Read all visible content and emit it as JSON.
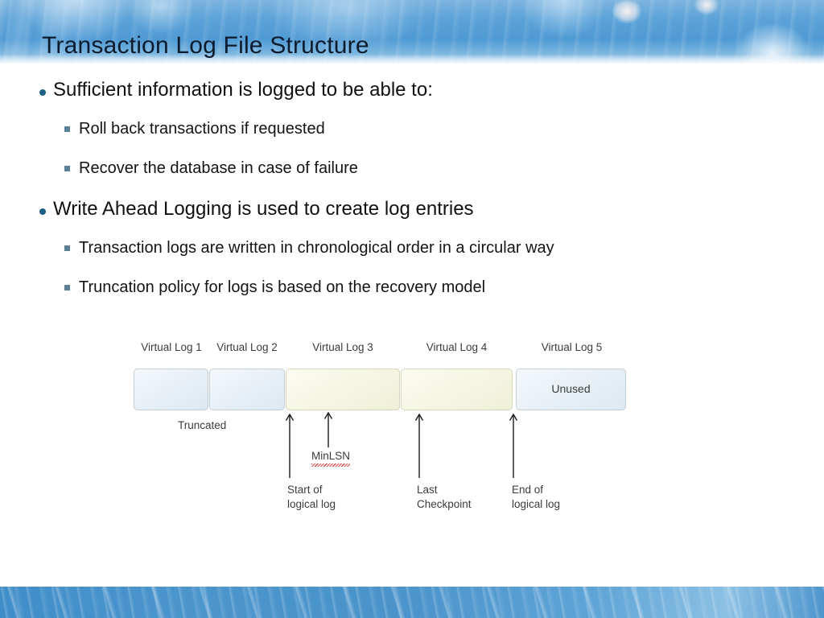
{
  "slide": {
    "title": "Transaction Log File Structure",
    "accent_color": "#4f9ad4",
    "bullet_l1_color": "#1f5f86",
    "bullet_l2_color": "#5b7f97",
    "footer_color": "#4b95cd"
  },
  "bullets": [
    {
      "level": 1,
      "text": "Sufficient information is logged to be able to:"
    },
    {
      "level": 2,
      "text": "Roll back transactions if requested"
    },
    {
      "level": 2,
      "text": "Recover the database in case of failure"
    },
    {
      "level": 1,
      "text": "Write Ahead Logging is used to create log entries"
    },
    {
      "level": 2,
      "text": "Transaction logs are written in chronological order in a circular way"
    },
    {
      "level": 2,
      "text": "Truncation policy for logs is based on the recovery model"
    }
  ],
  "diagram": {
    "boxes": [
      {
        "label": "Virtual Log 1",
        "fill": "blue",
        "inner_label": ""
      },
      {
        "label": "Virtual Log 2",
        "fill": "blue",
        "inner_label": ""
      },
      {
        "label": "Virtual Log 3",
        "fill": "cream",
        "inner_label": ""
      },
      {
        "label": "Virtual Log 4",
        "fill": "cream",
        "inner_label": ""
      },
      {
        "label": "Virtual Log 5",
        "fill": "blue",
        "inner_label": "Unused"
      }
    ],
    "truncated_label": "Truncated",
    "minlsn_label": "MinLSN",
    "annotations": [
      {
        "line1": "Start of",
        "line2": "logical log"
      },
      {
        "line1": "Last",
        "line2": "Checkpoint"
      },
      {
        "line1": "End of",
        "line2": "logical log"
      }
    ]
  }
}
